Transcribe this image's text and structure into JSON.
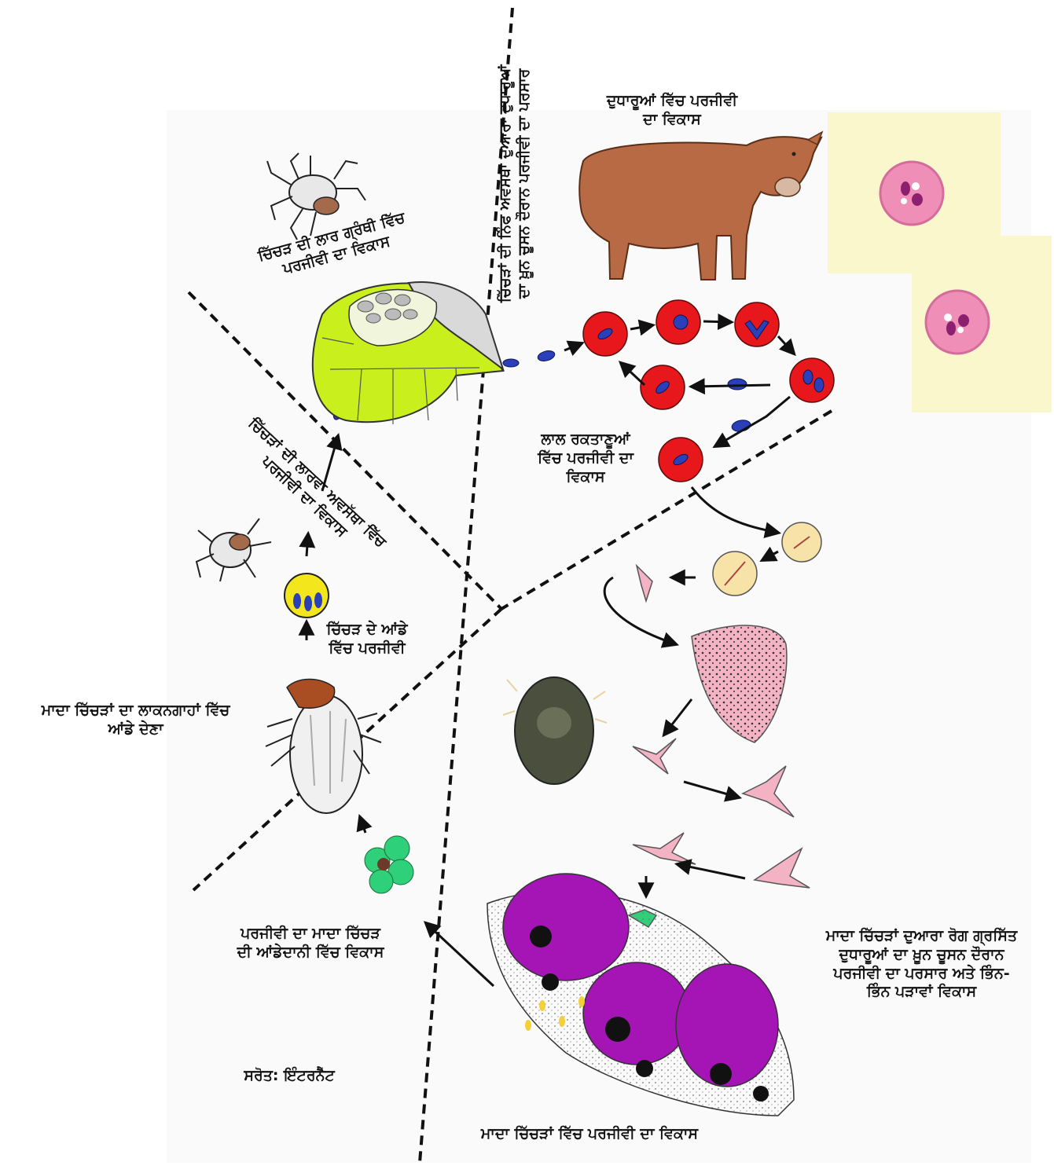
{
  "labels": {
    "mammal_development": [
      "ਦੁਧਾਰੂਆਂ ਵਿੱਚ ਪਰਜੀਵੀ",
      "ਦਾ ਵਿਕਾਸ"
    ],
    "vertical_spread": [
      "ਚਿੱਚੜਾਂ ਦੀ ਨਿੰਫ ਅਵਸੱਥਾ ਦੁਆਰਾ ਦੁਧਾਰੂਆਂ",
      "ਦਾ ਖ਼ੂਨ ਚੂਸਨ ਦੌਰਾਨ ਪਰਜੀਵੀ ਦਾ ਪਰਸਾਰ"
    ],
    "salivary_gland": [
      "ਚਿੱਚੜ ਦੀ ਲਾਰ ਗ੍ਰੰਥੀ ਵਿੱਚ",
      "ਪਰਜੀਵੀ ਦਾ ਵਿਕਾਸ"
    ],
    "larva_stage": [
      "ਚਿੱਚੜਾਂ ਦੀ ਲਾਰਵਾ ਅਵਸੱਥਾ ਵਿੱਚ",
      "ਪਰਜੀਵੀ ਦਾ ਵਿਕਾਸ"
    ],
    "rbc_development": [
      "ਲਾਲ ਰਕਤਾਣੂਆਂ",
      "ਵਿੱਚ ਪਰਜੀਵੀ ਦਾ",
      "ਵਿਕਾਸ"
    ],
    "tick_eggs": [
      "ਚਿੱਚੜ ਦੇ ਆਂਡੇ",
      "ਵਿੱਚ ਪਰਜੀਵੀ"
    ],
    "egg_laying": [
      "ਮਾਦਾ ਚਿੱਚੜਾਂ ਦਾ ਲਾਕਨਗਾਹਾਂ ਵਿੱਚ",
      "ਆਂਡੇ ਦੇਣਾ"
    ],
    "ovary_development": [
      "ਪਰਜੀਵੀ ਦਾ ਮਾਦਾ ਚਿੱਚੜ",
      "ਦੀ ਆਂਡੇਦਾਨੀ ਵਿੱਚ ਵਿਕਾਸ"
    ],
    "female_spread": [
      "ਮਾਦਾ ਚਿੱਚੜਾਂ ਦੁਆਰਾ ਰੋਗ ਗ੍ਰਸਿੱਤ",
      "ਦੁਧਾਰੂਆਂ ਦਾ ਖ਼ੂਨ ਚੂਸਨ ਦੌਰਾਨ",
      "ਪਰਜੀਵੀ ਦਾ ਪਰਸਾਰ ਅਤੇ ਭਿੰਨ-",
      "ਭਿੰਨ ਪੜਾਵਾਂ ਵਿਕਾਸ"
    ],
    "female_tick_development": "ਮਾਦਾ ਚਿੱਚੜਾਂ ਵਿੱਚ ਪਰਜੀਵੀ ਦਾ ਵਿਕਾਸ",
    "source": "ਸਰੋਤ: ਇੰਟਰਨੈੱਟ"
  },
  "colors": {
    "rbc": "#e8171b",
    "parasite": "#2a3fb8",
    "gland": "#c9f01c",
    "egg": "#f3e61c",
    "cow": "#b86a44",
    "cyst": "#f7e3a8",
    "kinete": "#f3b3c4",
    "gut_cell": "#a515b5",
    "ovary": "#2fd07a",
    "smear_bg": "#fbf7cd",
    "smear_cell": "#ef8fb8",
    "ink": "#111111"
  }
}
